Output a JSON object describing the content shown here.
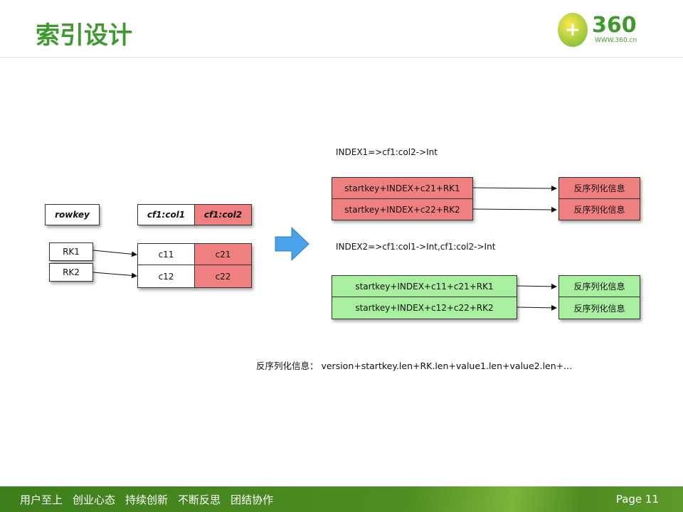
{
  "header": {
    "title": "索引设计",
    "logo_text": "360",
    "logo_url_text": "WWW.360.cn"
  },
  "left_table": {
    "rowkey_header": "rowkey",
    "col_headers": [
      "cf1:col1",
      "cf1:col2"
    ],
    "rowkeys": [
      "RK1",
      "RK2"
    ],
    "rows": [
      [
        "c11",
        "c21"
      ],
      [
        "c12",
        "c22"
      ]
    ]
  },
  "index1": {
    "label": "INDEX1=>cf1:col2->Int",
    "rows": [
      "startkey+INDEX+c21+RK1",
      "startkey+INDEX+c22+RK2"
    ],
    "targets": [
      "反序列化信息",
      "反序列化信息"
    ]
  },
  "index2": {
    "label": "INDEX2=>cf1:col1->Int,cf1:col2->Int",
    "rows": [
      "startkey+INDEX+c11+c21+RK1",
      "startkey+INDEX+c12+c22+RK2"
    ],
    "targets": [
      "反序列化信息",
      "反序列化信息"
    ]
  },
  "note": "反序列化信息： version+startkey.len+RK.len+value1.len+value2.len+...",
  "footer": {
    "slogans": [
      "用户至上",
      "创业心态",
      "持续创新",
      "不断反思",
      "团结协作"
    ],
    "page": "Page 11"
  },
  "colors": {
    "green": "#3f9a2e",
    "red": "#f08080",
    "light_green": "#a8f0a0"
  }
}
